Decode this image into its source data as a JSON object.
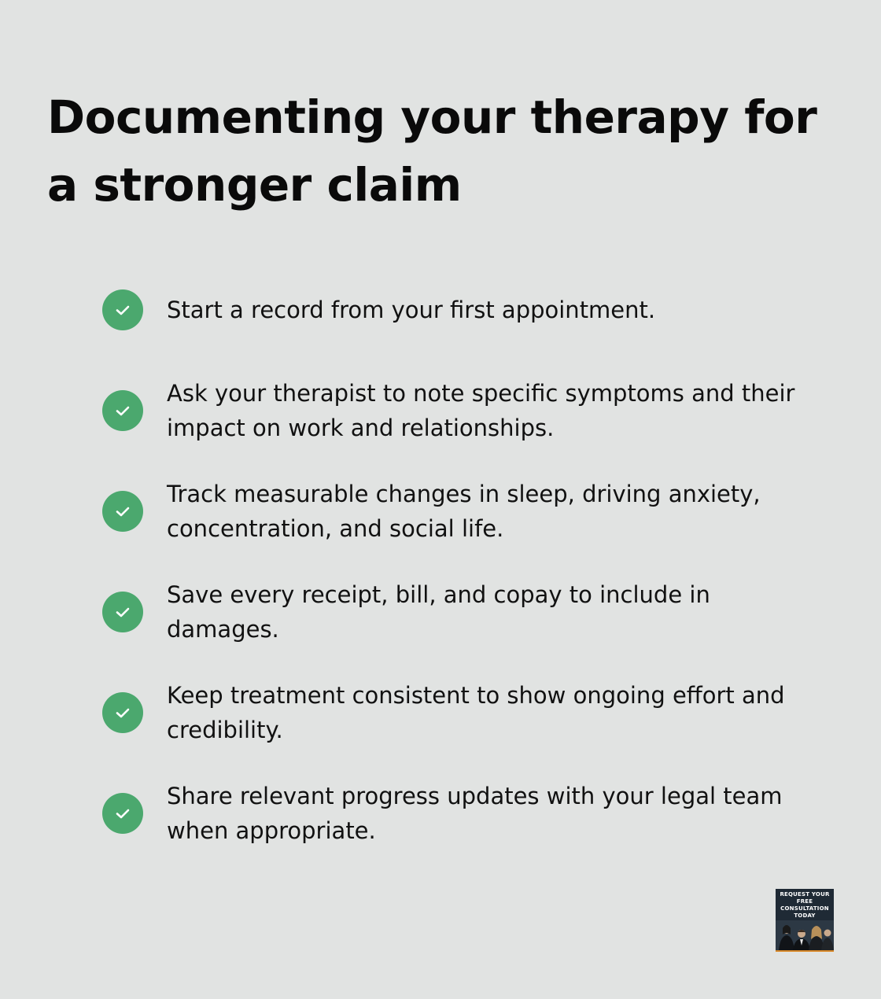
{
  "title": "Documenting your therapy for a stronger claim",
  "items": [
    {
      "icon": "check-icon",
      "text": "Start a record from your first appointment."
    },
    {
      "icon": "check-icon",
      "text": "Ask your therapist to note specific symptoms and their impact on work and relationships."
    },
    {
      "icon": "check-icon",
      "text": "Track measurable changes in sleep, driving anxiety, concentration, and social life."
    },
    {
      "icon": "check-icon",
      "text": "Save every receipt, bill, and copay to include in damages."
    },
    {
      "icon": "check-icon",
      "text": "Keep treatment consistent to show ongoing effort and credibility."
    },
    {
      "icon": "check-icon",
      "text": "Share relevant progress updates with your legal team when appropriate."
    }
  ],
  "cta": {
    "text": "REQUEST YOUR FREE CONSULTATION TODAY"
  },
  "colors": {
    "background": "#e1e3e2",
    "check": "#4ba86e",
    "cta_bg": "#1f2a35",
    "cta_accent": "#d98a2b"
  }
}
